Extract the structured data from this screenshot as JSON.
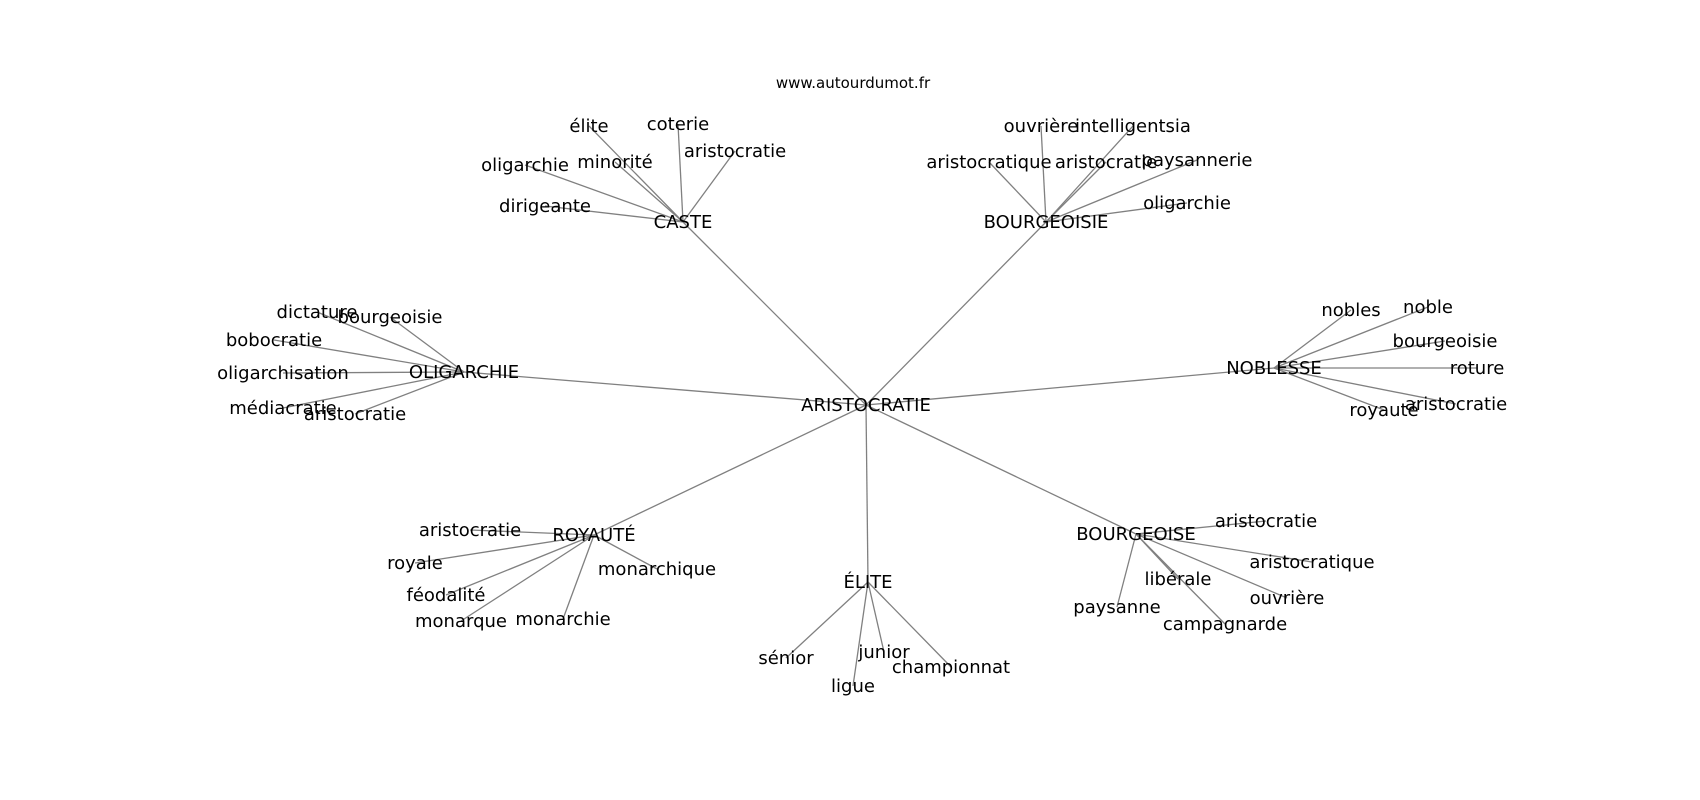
{
  "watermark": "www.autourdumot.fr",
  "colors": {
    "edge": "#808080",
    "text": "#000000",
    "background": "#ffffff"
  },
  "graph": {
    "center": "ARISTOCRATIE",
    "hubs": [
      {
        "label": "CASTE",
        "leaves": [
          "élite",
          "coterie",
          "aristocratie",
          "oligarchie",
          "minorité",
          "dirigeante"
        ]
      },
      {
        "label": "BOURGEOISIE",
        "leaves": [
          "ouvrière",
          "intelligentsia",
          "aristocratique",
          "aristocratie",
          "paysannerie",
          "oligarchie"
        ]
      },
      {
        "label": "OLIGARCHIE",
        "leaves": [
          "dictature",
          "bourgeoisie",
          "bobocratie",
          "oligarchisation",
          "médiacratie",
          "aristocratie"
        ]
      },
      {
        "label": "NOBLESSE",
        "leaves": [
          "nobles",
          "noble",
          "bourgeoisie",
          "roture",
          "royauté",
          "aristocratie"
        ]
      },
      {
        "label": "ROYAUTÉ",
        "leaves": [
          "aristocratie",
          "royale",
          "féodalité",
          "monarque",
          "monarchie",
          "monarchique"
        ]
      },
      {
        "label": "ÉLITE",
        "leaves": [
          "sénior",
          "junior",
          "ligue",
          "championnat"
        ]
      },
      {
        "label": "BOURGEOISE",
        "leaves": [
          "aristocratie",
          "aristocratique",
          "libérale",
          "ouvrière",
          "paysanne",
          "campagnarde"
        ]
      }
    ]
  }
}
